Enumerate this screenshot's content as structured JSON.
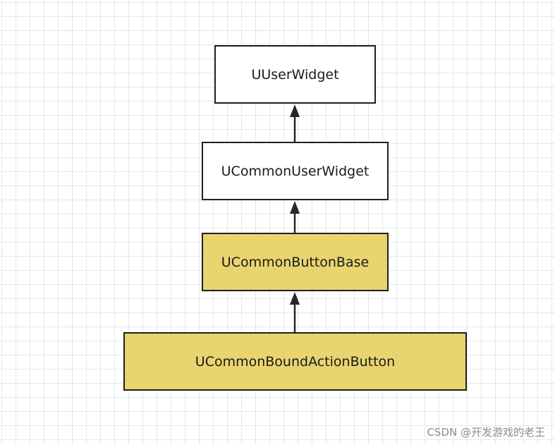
{
  "diagram": {
    "nodes": [
      {
        "id": "uuserwidget",
        "label": "UUserWidget",
        "color": "#ffffff"
      },
      {
        "id": "ucommonuserwidget",
        "label": "UCommonUserWidget",
        "color": "#ffffff"
      },
      {
        "id": "ucommonbuttonbase",
        "label": "UCommonButtonBase",
        "color": "#e8d56f"
      },
      {
        "id": "ucommonboundactionbutton",
        "label": "UCommonBoundActionButton",
        "color": "#e8d56f"
      }
    ],
    "edges": [
      {
        "from": "ucommonuserwidget",
        "to": "uuserwidget"
      },
      {
        "from": "ucommonbuttonbase",
        "to": "ucommonuserwidget"
      },
      {
        "from": "ucommonboundactionbutton",
        "to": "ucommonbuttonbase"
      }
    ]
  },
  "watermark": "CSDN @开发游戏的老王"
}
